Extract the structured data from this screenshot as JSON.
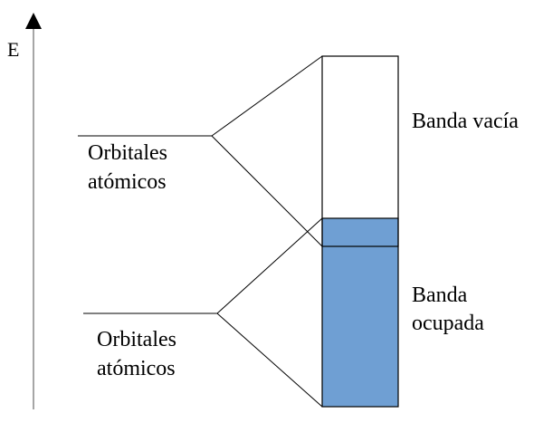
{
  "axis": {
    "label": "E"
  },
  "upper_orbital": {
    "line1": "Orbitales",
    "line2": "atómicos"
  },
  "lower_orbital": {
    "line1": "Orbitales",
    "line2": "atómicos"
  },
  "empty_band": {
    "label": "Banda vacía"
  },
  "occupied_band": {
    "line1": "Banda",
    "line2": "ocupada"
  },
  "colors": {
    "occupied_fill": "#6f9fd3",
    "line": "#000000",
    "axis": "#888888"
  }
}
